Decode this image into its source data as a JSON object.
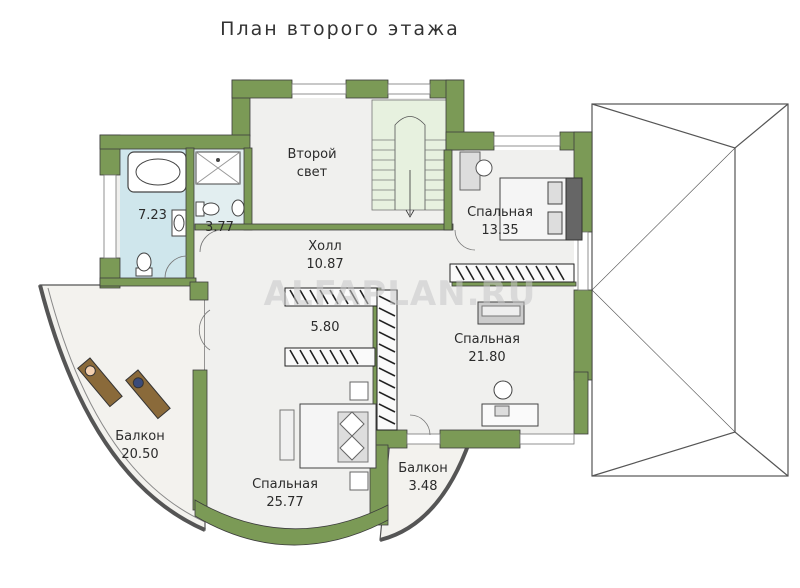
{
  "title": "План второго этажа",
  "watermark": "ALFAPLAN.RU",
  "colors": {
    "wall": "#7b9a56",
    "wall_dark": "#3c3c3c",
    "floor": "#f0f0ee",
    "bath_floor": "#cfe6ec",
    "balcony_floor": "#f3f2ee",
    "roof_line": "#555555"
  },
  "rooms": {
    "bath_large": {
      "area": "7.23"
    },
    "bath_small": {
      "area": "3.77"
    },
    "second_light": {
      "name_line1": "Второй",
      "name_line2": "свет"
    },
    "hall": {
      "name": "Холл",
      "area": "10.87"
    },
    "bedroom_ne": {
      "name": "Спальная",
      "area": "13.35"
    },
    "closet": {
      "area": "5.80"
    },
    "bedroom_e": {
      "name": "Спальная",
      "area": "21.80"
    },
    "bedroom_s": {
      "name": "Спальная",
      "area": "25.77"
    },
    "balcony_w": {
      "name": "Балкон",
      "area": "20.50"
    },
    "balcony_s": {
      "name": "Балкон",
      "area": "3.48"
    }
  },
  "icons": [
    "bathtub-icon",
    "toilet-icon",
    "sink-icon",
    "shower-icon",
    "bed-icon",
    "sofa-icon",
    "desk-icon",
    "lounger-icon",
    "stair-icon"
  ]
}
